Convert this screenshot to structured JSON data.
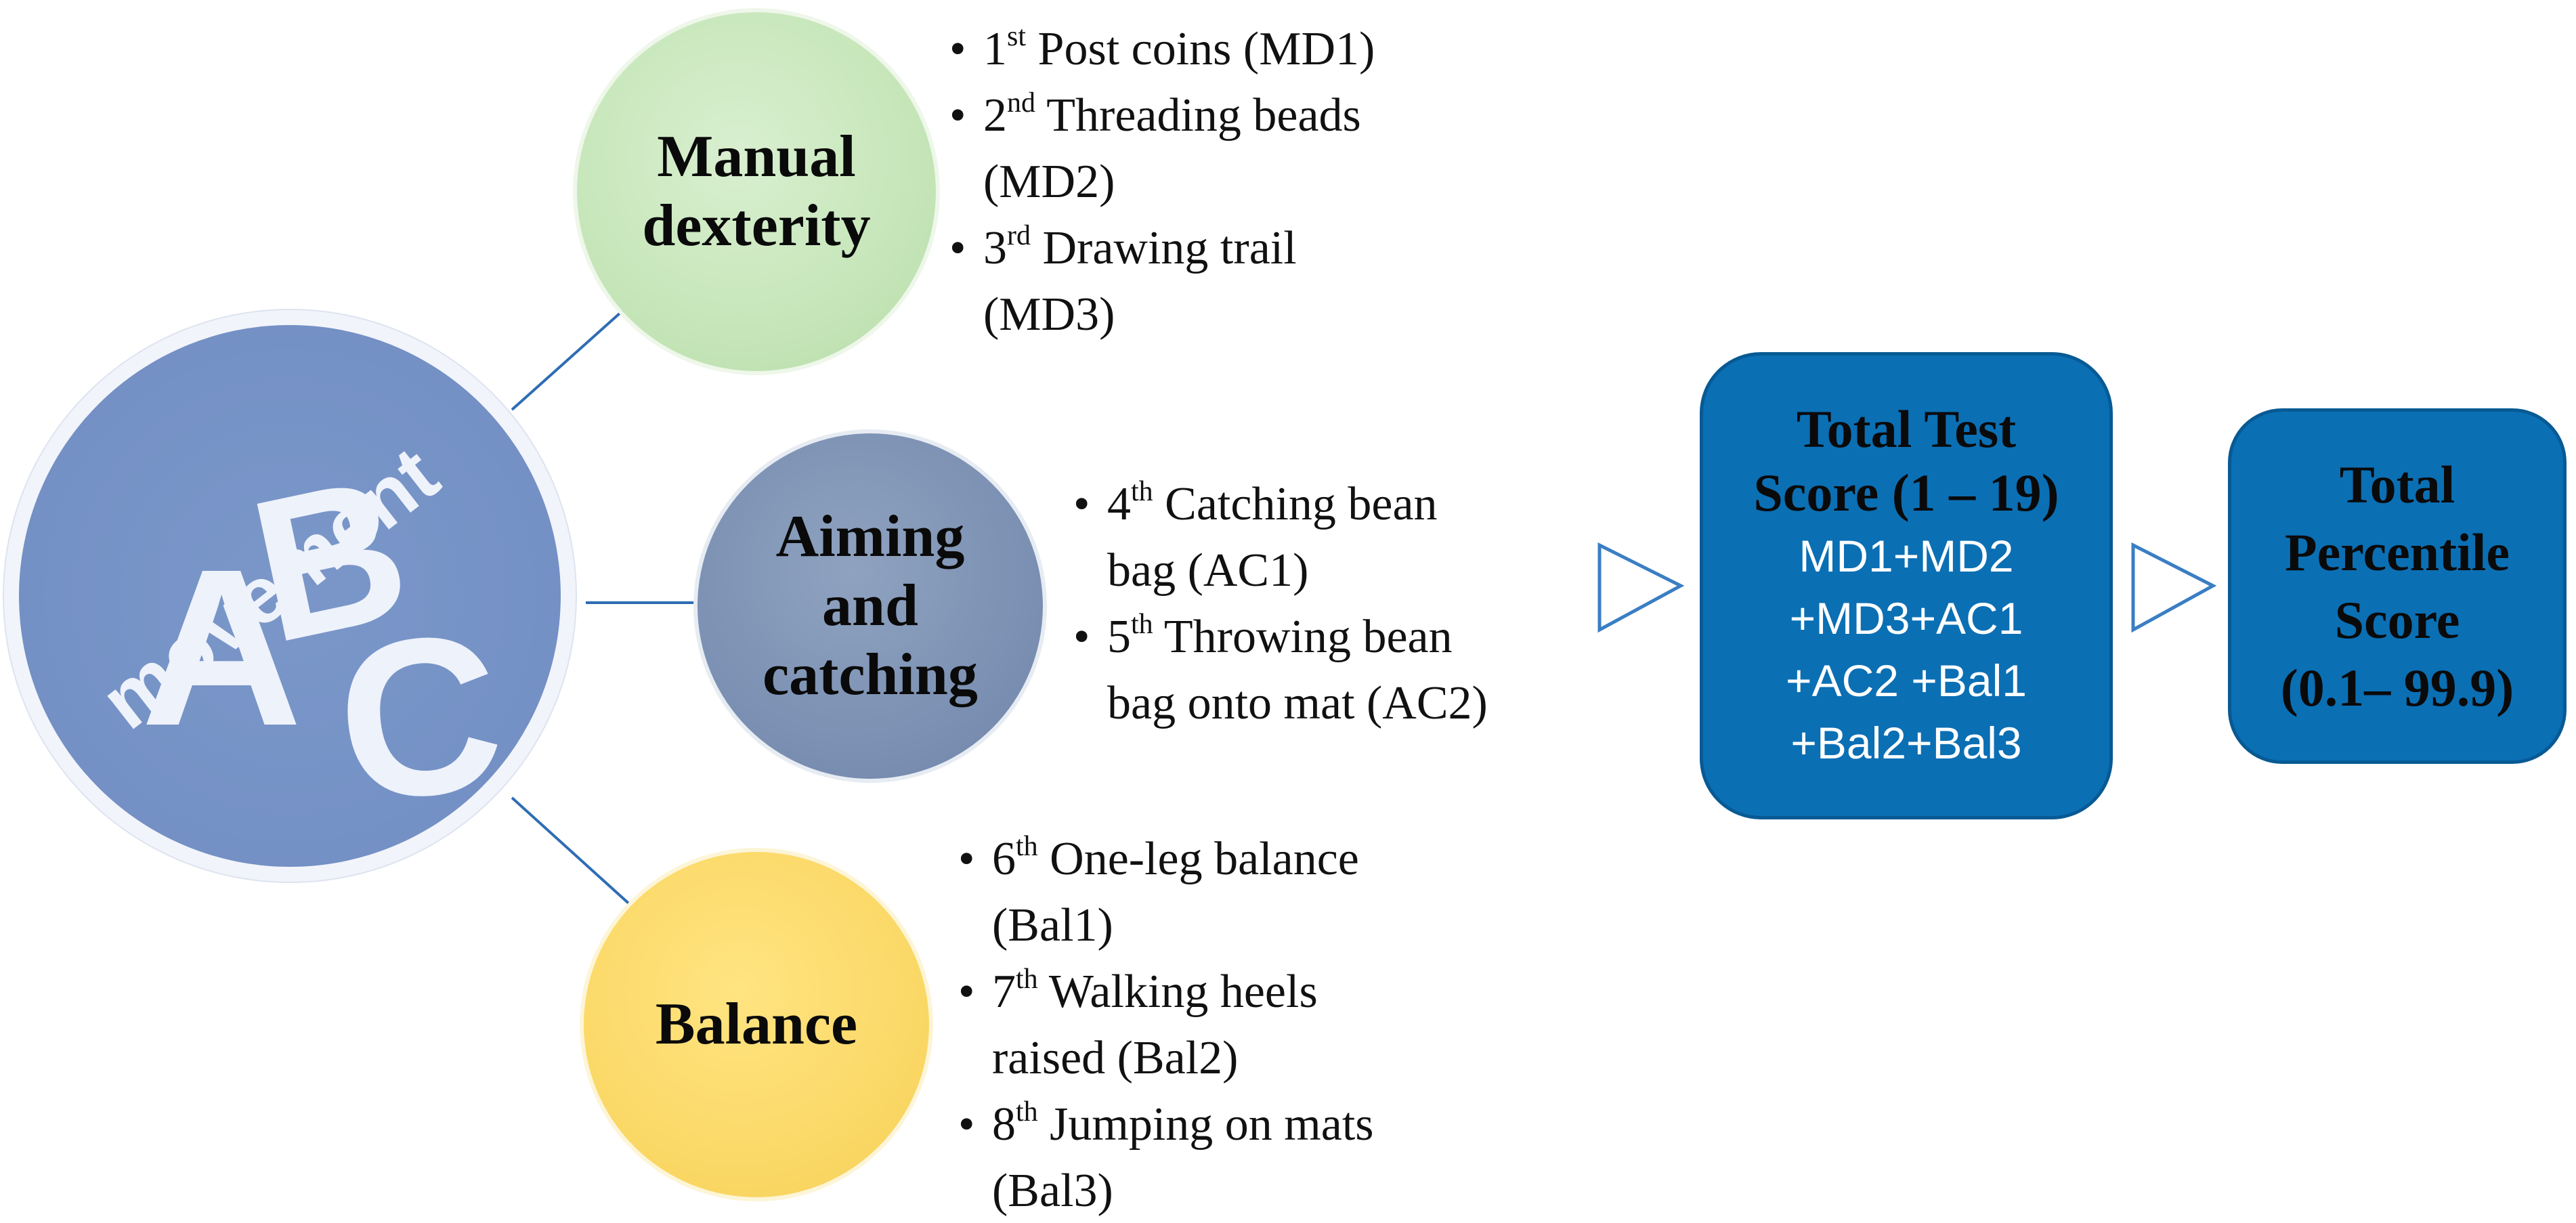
{
  "logo": {
    "word": "movement",
    "letters": [
      "A",
      "B",
      "C"
    ]
  },
  "components": {
    "manual": {
      "title": "Manual\ndexterity",
      "color": "#c6e6b9",
      "items": [
        {
          "ordinal": "1",
          "suffix": "st",
          "text": "Post coins (MD1)",
          "lines": [
            "Post coins (MD1)"
          ]
        },
        {
          "ordinal": "2",
          "suffix": "nd",
          "text": "Threading beads (MD2)",
          "lines": [
            "Threading beads",
            "(MD2)"
          ]
        },
        {
          "ordinal": "3",
          "suffix": "rd",
          "text": "Drawing trail (MD3)",
          "lines": [
            "Drawing trail",
            "(MD3)"
          ]
        }
      ]
    },
    "aiming": {
      "title": "Aiming\nand\ncatching",
      "color": "#7c91b3",
      "items": [
        {
          "ordinal": "4",
          "suffix": "th",
          "text": "Catching bean bag (AC1)",
          "lines": [
            "Catching bean",
            "bag (AC1)"
          ]
        },
        {
          "ordinal": "5",
          "suffix": "th",
          "text": "Throwing bean bag onto mat (AC2)",
          "lines": [
            "Throwing bean",
            "bag onto mat (AC2)"
          ]
        }
      ]
    },
    "balance": {
      "title": "Balance",
      "color": "#fbd968",
      "items": [
        {
          "ordinal": "6",
          "suffix": "th",
          "text": "One-leg balance (Bal1)",
          "lines": [
            "One-leg balance",
            "(Bal1)"
          ]
        },
        {
          "ordinal": "7",
          "suffix": "th",
          "text": "Walking heels raised (Bal2)",
          "lines": [
            "Walking heels",
            "raised (Bal2)"
          ]
        },
        {
          "ordinal": "8",
          "suffix": "th",
          "text": "Jumping on mats (Bal3)",
          "lines": [
            "Jumping on mats",
            "(Bal3)"
          ]
        }
      ]
    }
  },
  "total_test": {
    "title_line1": "Total Test",
    "title_line2": "Score (1 – 19)",
    "formula": "MD1+MD2\n+MD3+AC1\n+AC2 +Bal1\n+Bal2+Bal3"
  },
  "percentile": {
    "title": "Total\nPercentile\nScore\n(0.1– 99.9)"
  },
  "colors": {
    "box_fill": "#0b6fb4",
    "connector": "#2e6db4",
    "arrow": "#3a7ec4",
    "logo": "#7592c6"
  }
}
